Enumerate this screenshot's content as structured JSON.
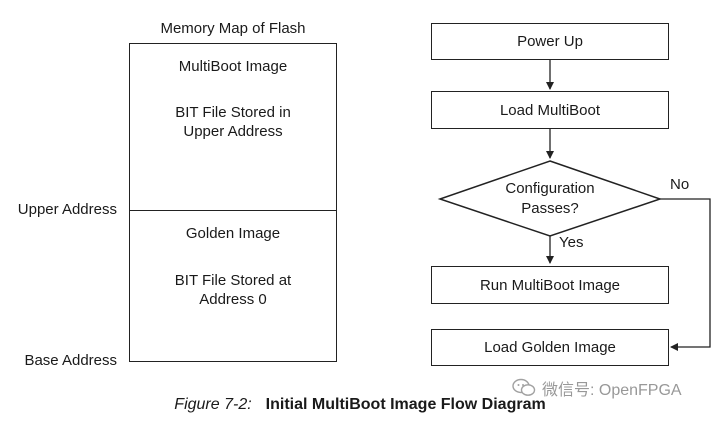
{
  "memory_map": {
    "title": "Memory Map of Flash",
    "upper_region": {
      "name": "MultiBoot Image",
      "line1": "BIT File Stored in",
      "line2": "Upper Address"
    },
    "lower_region": {
      "name": "Golden Image",
      "line1": "BIT File Stored at",
      "line2": "Address 0"
    },
    "upper_address_label": "Upper Address",
    "base_address_label": "Base Address"
  },
  "flowchart": {
    "power_up": "Power Up",
    "load_multiboot": "Load MultiBoot",
    "decision_line1": "Configuration",
    "decision_line2": "Passes?",
    "yes_label": "Yes",
    "no_label": "No",
    "run_multiboot": "Run MultiBoot Image",
    "load_golden": "Load Golden Image"
  },
  "caption": {
    "figure_number": "Figure 7-2:",
    "figure_title": "Initial MultiBoot Image Flow Diagram"
  },
  "watermark": {
    "text": "微信号: OpenFPGA",
    "icon": "wechat-icon"
  }
}
